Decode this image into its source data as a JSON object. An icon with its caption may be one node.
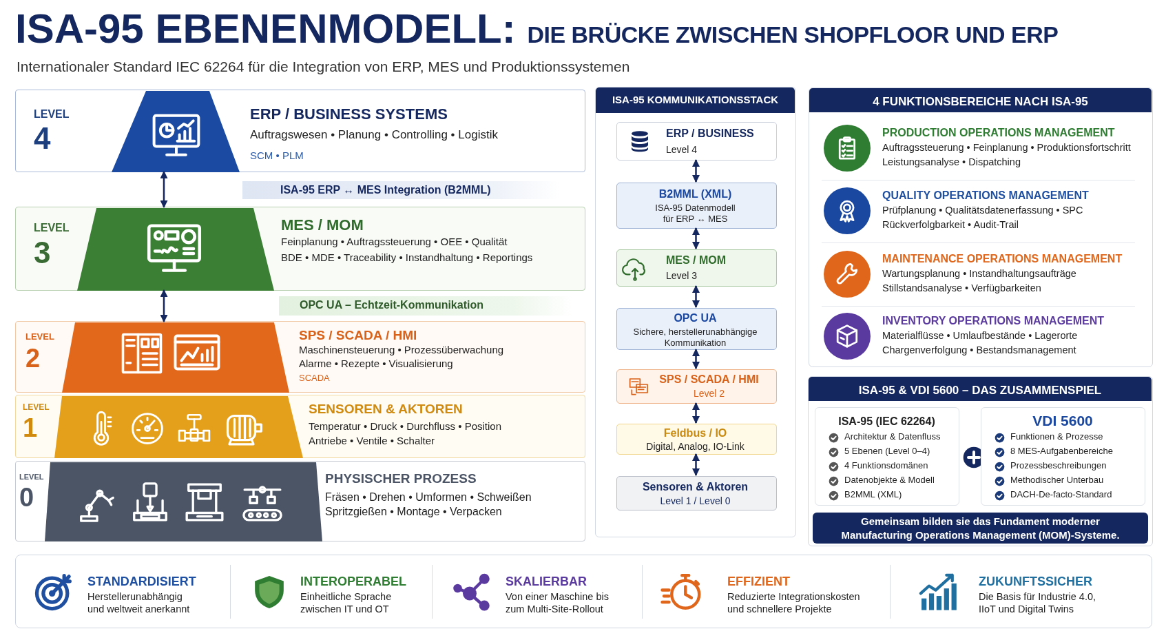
{
  "diagram": {
    "title": "ISA-95 EBENENMODELL: DIE BRÜCKE ZWISCHEN SHOPFLOOR UND ERP",
    "nodes": [
      {
        "text": [
          "LEVEL",
          "4",
          "ERP / BUSINESS SYSTEMS",
          "Auftragswesen • Planung • Controlling • Logistik",
          "SCM • PLM"
        ]
      },
      {
        "text": [],
        "shape": "trapezoid",
        "in": 0
      },
      {
        "text": [
          "ISA-95 ERP ↔ MES Integration (B2MML)"
        ]
      },
      {
        "text": [
          "LEVEL",
          "3",
          "MES / MOM",
          "Feinplanung • Auftragssteuerung • OEE • Qualität",
          "BDE • MDE • Traceability • Instandhaltung • Reportings"
        ]
      },
      {
        "text": [],
        "shape": "trapezoid",
        "in": 3
      },
      {
        "text": [
          "OPC UA – Echtzeit-Kommunikation"
        ]
      },
      {
        "text": [
          "LEVEL",
          "2",
          "SPS / SCADA / HMI",
          "Maschinensteuerung • Prozessüberwachung",
          "Alarme • Rezepte • Visualisierung",
          "SCADA"
        ]
      },
      {
        "text": [],
        "shape": "trapezoid",
        "in": 6
      },
      {
        "text": [
          "LEVEL",
          "1",
          "SENSOREN & AKTOREN",
          "Temperatur • Druck • Durchfluss • Position",
          "Antriebe • Ventile • Schalter"
        ]
      },
      {
        "text": [],
        "shape": "trapezoid",
        "in": 8
      },
      {
        "text": [
          "LEVEL",
          "0",
          "PHYSISCHER PROZESS",
          "Fräsen • Drehen • Umformen • Schweißen",
          "Spritzgießen • Montage • Verpacken"
        ]
      },
      {
        "text": [],
        "shape": "trapezoid",
        "in": 10
      },
      {
        "text": [
          "ISA-95 KOMMUNIKATIONSSTACK"
        ]
      },
      {
        "text": [
          "ERP / BUSINESS",
          "Level 4"
        ],
        "in": 12
      },
      {
        "text": [
          "B2MML (XML)",
          "ISA-95 Datenmodell für ERP ↔ MES"
        ],
        "in": 12
      },
      {
        "text": [
          "MES / MOM",
          "Level 3"
        ],
        "in": 12
      },
      {
        "text": [
          "OPC UA",
          "Sichere, herstellerunabhängige Kommunikation"
        ],
        "in": 12
      },
      {
        "text": [
          "SPS / SCADA / HMI",
          "Level 2"
        ],
        "in": 12
      },
      {
        "text": [
          "Feldbus / IO",
          "Digital, Analog, IO-Link"
        ],
        "in": 12
      },
      {
        "text": [
          "Sensoren & Aktoren",
          "Level 1 / Level 0"
        ],
        "in": 12
      },
      {
        "text": [
          "4 FUNKTIONSBEREICHE NACH ISA-95",
          "PRODUCTION OPERATIONS MANAGEMENT",
          "Auftragssteuerung • Feinplanung • Produktionsfortschritt",
          "Leistungsanalyse • Dispatching",
          "QUALITY OPERATIONS MANAGEMENT",
          "Prüfplanung • Qualitätsdatenerfassung • SPC",
          "Rückverfolgbarkeit • Audit-Trail",
          "MAINTENANCE OPERATIONS MANAGEMENT",
          "Wartungsplanung • Instandhaltungsaufträge",
          "Stillstandsanalyse • Verfügbarkeiten",
          "INVENTORY OPERATIONS MANAGEMENT",
          "Materialflüsse • Umlaufbestände • Lagerorte",
          "Chargenverfolgung • Bestandsmanagement"
        ]
      },
      {
        "text": [
          "ISA-95 & VDI 5600 – DAS ZUSAMMENSPIEL"
        ]
      },
      {
        "text": [
          "ISA-95 (IEC 62264)",
          "Architektur & Datenfluss",
          "5 Ebenen (Level 0–4)",
          "4 Funktionsdomänen",
          "Datenobjekte & Modell",
          "B2MML (XML)"
        ],
        "in": 21
      },
      {
        "text": [
          "VDI 5600",
          "Funktionen & Prozesse",
          "8 MES-Aufgabenbereiche",
          "Prozessbeschreibungen",
          "Methodischer Unterbau",
          "DACH-De-facto-Standard"
        ],
        "in": 21
      },
      {
        "text": [
          "Gemeinsam bilden sie das Fundament moderner Manufacturing Operations Management (MOM)-Systeme."
        ],
        "in": 21
      },
      {
        "text": [
          "STANDARDISIERT",
          "Herstellerunabhängig und weltweit anerkannt",
          "INTEROPERABEL",
          "Einheitliche Sprache zwischen IT und OT",
          "SKALIERBAR",
          "Von einer Maschine bis zum Multi-Site-Rollout",
          "EFFIZIENT",
          "Reduzierte Integrationskosten und schnellere Projekte",
          "ZUKUNFTSSICHER",
          "Die Basis für Industrie 4.0, IIoT und Digital Twins"
        ]
      }
    ],
    "edges": [
      {
        "from": 1,
        "to": 4,
        "arrow": "both"
      },
      {
        "from": 4,
        "to": 7,
        "arrow": "both"
      },
      {
        "from": 13,
        "to": 14,
        "arrow": "both"
      },
      {
        "from": 14,
        "to": 15,
        "arrow": "both"
      },
      {
        "from": 15,
        "to": 16,
        "arrow": "both"
      },
      {
        "from": 16,
        "to": 17,
        "arrow": "both"
      },
      {
        "from": 17,
        "to": 18,
        "arrow": "both"
      },
      {
        "from": 18,
        "to": 19,
        "arrow": "both"
      }
    ],
    "labels": [
      "Internationaler Standard IEC 62264 für die Integration von ERP, MES und Produktionssystemen"
    ]
  }
}
